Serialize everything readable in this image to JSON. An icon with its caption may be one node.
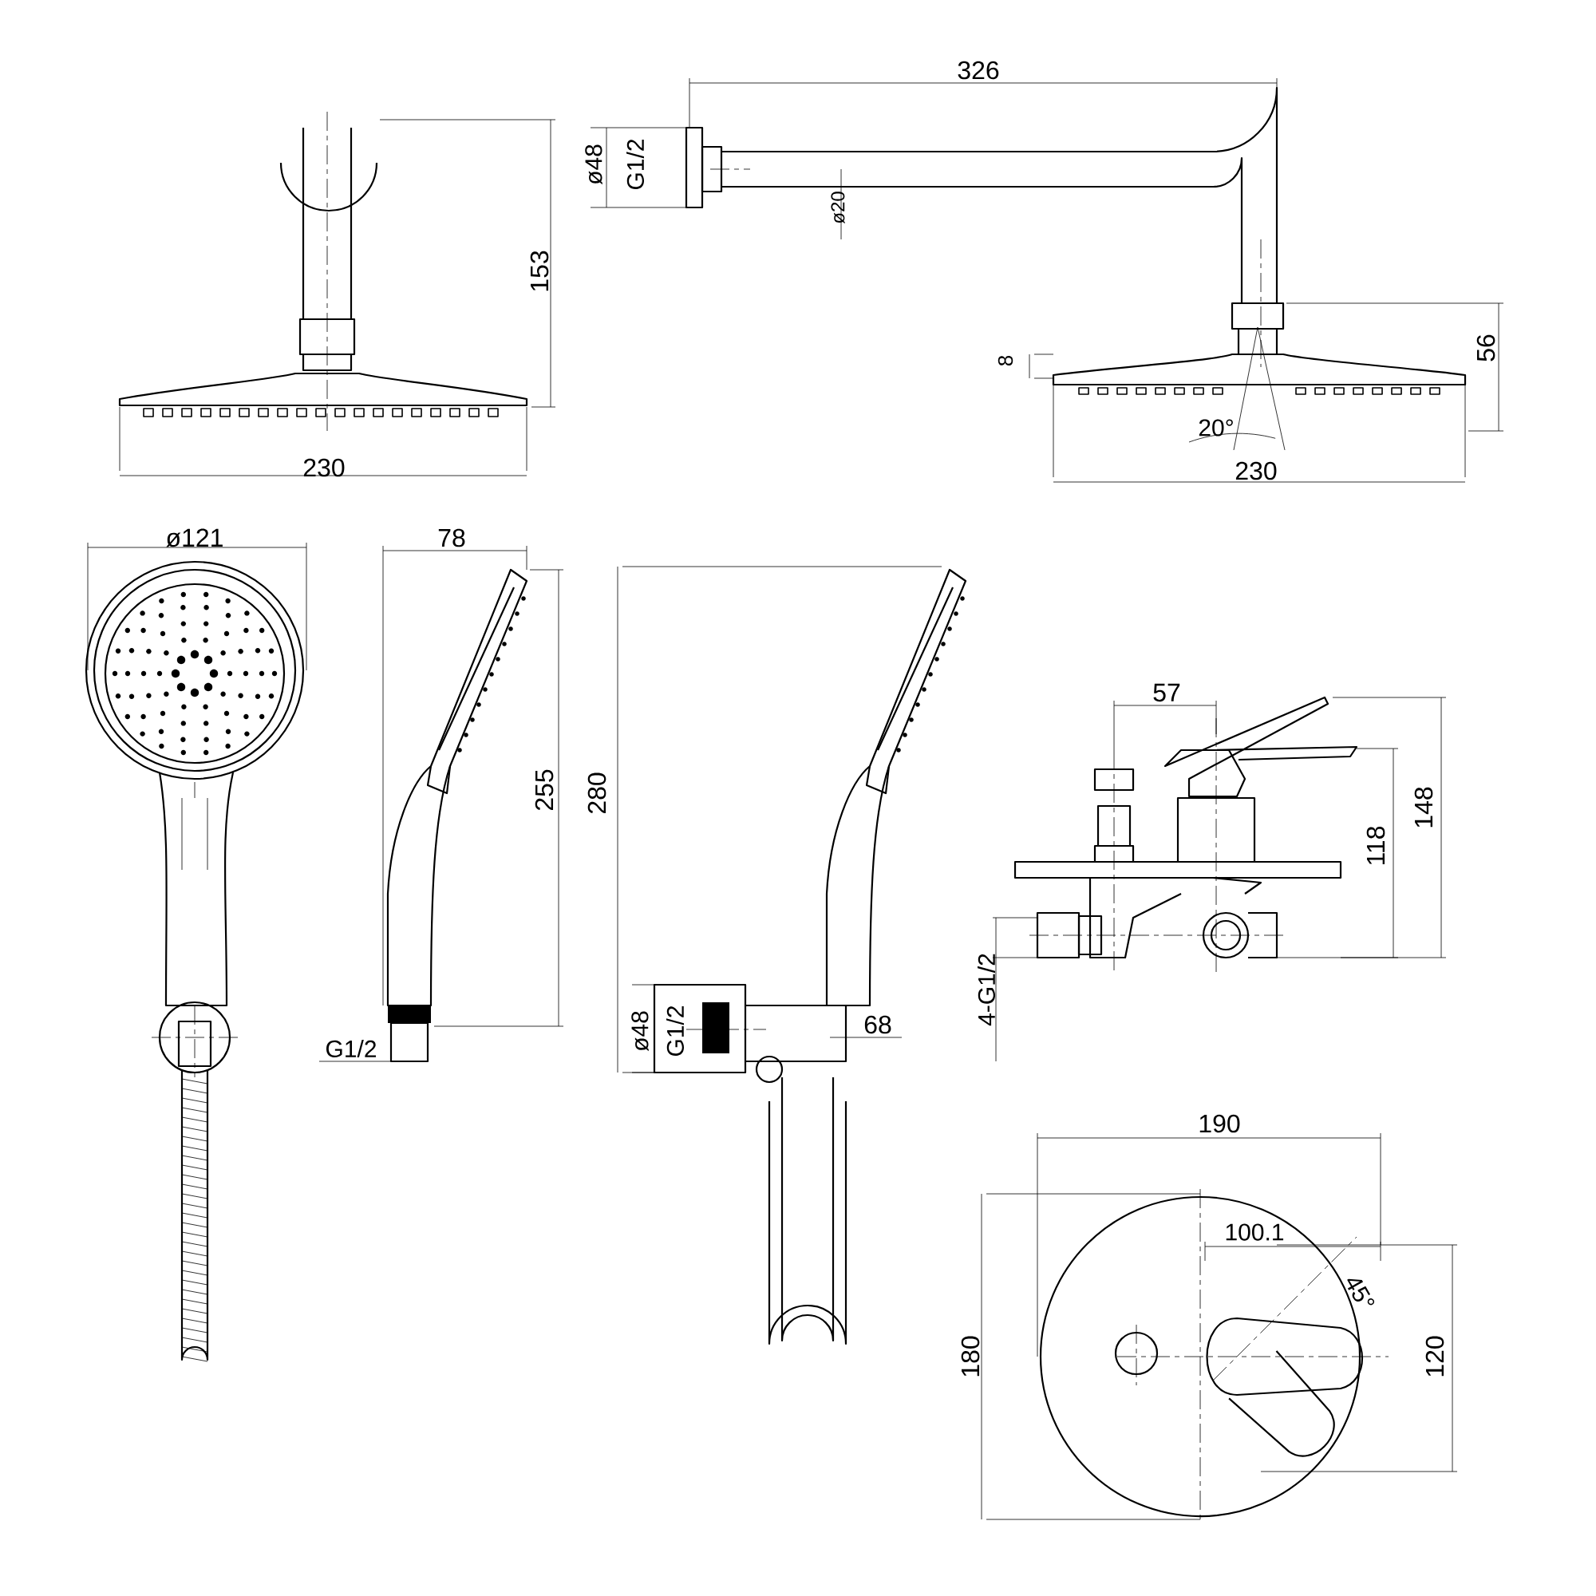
{
  "diagram": {
    "labels": [
      "153",
      "326",
      "ø48",
      "G1/2",
      "ø20",
      "8",
      "56",
      "20°",
      "230",
      "230",
      "ø121",
      "78",
      "255",
      "280",
      "57",
      "148",
      "118",
      "G1/2",
      "68",
      "ø48",
      "G1/2",
      "4-G1/2",
      "190",
      "100.1",
      "45°",
      "180",
      "120"
    ]
  }
}
